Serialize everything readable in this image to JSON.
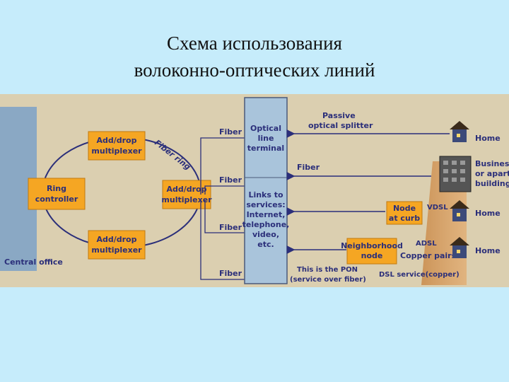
{
  "slide": {
    "title_line1": "Схема использования",
    "title_line2": "волоконно-оптических линий"
  },
  "diagram": {
    "central_office": "Central office",
    "ring_controller": [
      "Ring",
      "controller"
    ],
    "adm_top": [
      "Add/drop",
      "multiplexer"
    ],
    "adm_right": [
      "Add/drop",
      "multiplexer"
    ],
    "adm_bottom": [
      "Add/drop",
      "multiplexer"
    ],
    "fiber_ring": "Fiber ring",
    "fiber": "Fiber",
    "olt": [
      "Optical",
      "line",
      "terminal"
    ],
    "links": [
      "Links to",
      "services:",
      "Internet,",
      "telephone,",
      "video,",
      "etc."
    ],
    "passive_splitter": [
      "Passive",
      "optical splitter"
    ],
    "node_curb": [
      "Node",
      "at curb"
    ],
    "vdsl": "VDSL",
    "neighborhood_node": [
      "Neighborhood",
      "node"
    ],
    "adsl": "ADSL",
    "copper_pairs": "Copper pairs",
    "home": "Home",
    "business": [
      "Business",
      "or apart",
      "building"
    ],
    "pon": [
      "This is the PON",
      "(service over fiber)"
    ],
    "dsl_service": "DSL service(copper)"
  },
  "colors": {
    "background": "#c6ecfb",
    "panel": "#dbcfb0",
    "box": "#f5a623",
    "terminal": "#a9c4db",
    "line": "#2b2f7a"
  }
}
